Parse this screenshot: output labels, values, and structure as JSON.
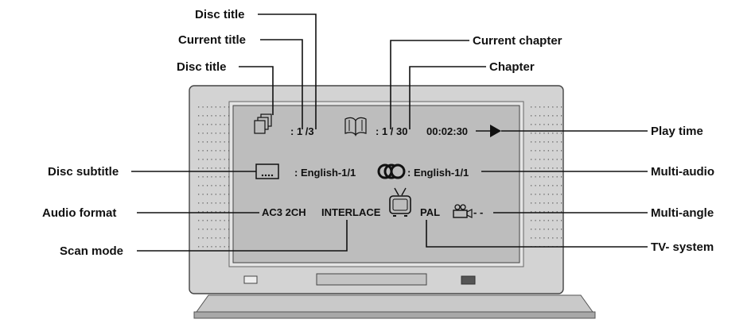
{
  "labels": {
    "disc_title_top": "Disc title",
    "current_title": "Current title",
    "disc_title": "Disc title",
    "current_chapter": "Current chapter",
    "chapter": "Chapter",
    "play_time": "Play time",
    "disc_subtitle": "Disc subtitle",
    "multi_audio": "Multi-audio",
    "audio_format": "Audio format",
    "multi_angle": "Multi-angle",
    "scan_mode": "Scan mode",
    "tv_system": "TV- system"
  },
  "osd": {
    "title_value": ": 1 /3",
    "chapter_value": ": 1 / 30",
    "time_value": "00:02:30",
    "subtitle_value": ": English-1/1",
    "audio_value": ": English-1/1",
    "audio_format_value": "AC3 2CH",
    "scan_value": "INTERLACE",
    "tv_value": "PAL",
    "angle_value": "- -"
  },
  "icons": [
    "titles-icon",
    "chapter-book-icon",
    "play-arrow-icon",
    "subtitle-icon",
    "audio-rings-icon",
    "tv-icon",
    "camera-angle-icon"
  ],
  "colors": {
    "bezel": "#d3d3d3",
    "screen": "#bdbdbd",
    "line": "#111111"
  }
}
